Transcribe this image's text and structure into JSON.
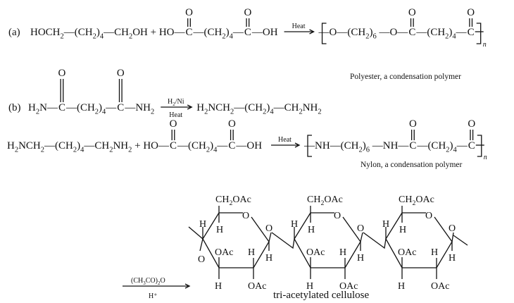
{
  "reaction_a": {
    "label": "(a)",
    "reactant_part1": [
      "HOCH",
      "2",
      "—(CH",
      "2",
      ")",
      "4",
      "—CH",
      "2",
      "OH + HO—"
    ],
    "carbonyl_c": "C",
    "chain": [
      "—(CH",
      "2",
      ")",
      "4",
      "—"
    ],
    "oh_end": "—OH",
    "oxygen": "O",
    "arrow_label": "Heat",
    "product_part1": [
      "—O—(CH",
      "2",
      ")",
      "6",
      " —O—"
    ],
    "product_chain": [
      "—(CH",
      "2",
      ")",
      "4",
      "—"
    ],
    "repeat_n": "n",
    "caption": "Polyester, a condensation polymer"
  },
  "reaction_b": {
    "label": "(b)",
    "reactant_start": [
      "H",
      "2",
      "N—"
    ],
    "carbonyl_c": "C",
    "chain": [
      "—(CH",
      "2",
      ")",
      "4",
      "—"
    ],
    "nh2_end": [
      "—NH",
      "2"
    ],
    "oxygen": "O",
    "reagent_top": [
      "H",
      "2",
      "/Ni"
    ],
    "reagent_bottom": "Heat",
    "product": [
      "H",
      "2",
      "NCH",
      "2",
      "—(CH",
      "2",
      ")",
      "4",
      "—CH",
      "2",
      "NH",
      "2"
    ]
  },
  "reaction_c": {
    "reactant_part1": [
      "H",
      "2",
      "NCH",
      "2",
      "—(CH",
      "2",
      ")",
      "4",
      "—CH",
      "2",
      "NH",
      "2",
      " + HO—"
    ],
    "carbonyl_c": "C",
    "chain": [
      "—(CH",
      "2",
      ")",
      "4",
      "—"
    ],
    "oh_end": "—OH",
    "oxygen": "O",
    "arrow_label": "Heat",
    "product_part1": [
      "—NH—(CH",
      "2",
      ")",
      "6",
      " —NH—"
    ],
    "product_chain": [
      "—(CH",
      "2",
      ")",
      "4",
      "—"
    ],
    "repeat_n": "n",
    "caption": "Nylon, a condensation polymer"
  },
  "cellulose": {
    "reagent_top": [
      "(CH",
      "3",
      "CO)",
      "2",
      "O"
    ],
    "reagent_bottom": "H⁺",
    "ch2oac": [
      "CH",
      "2",
      "OAc"
    ],
    "oac": "OAc",
    "h": "H",
    "o": "O",
    "caption": "tri-acetylated cellulose"
  }
}
